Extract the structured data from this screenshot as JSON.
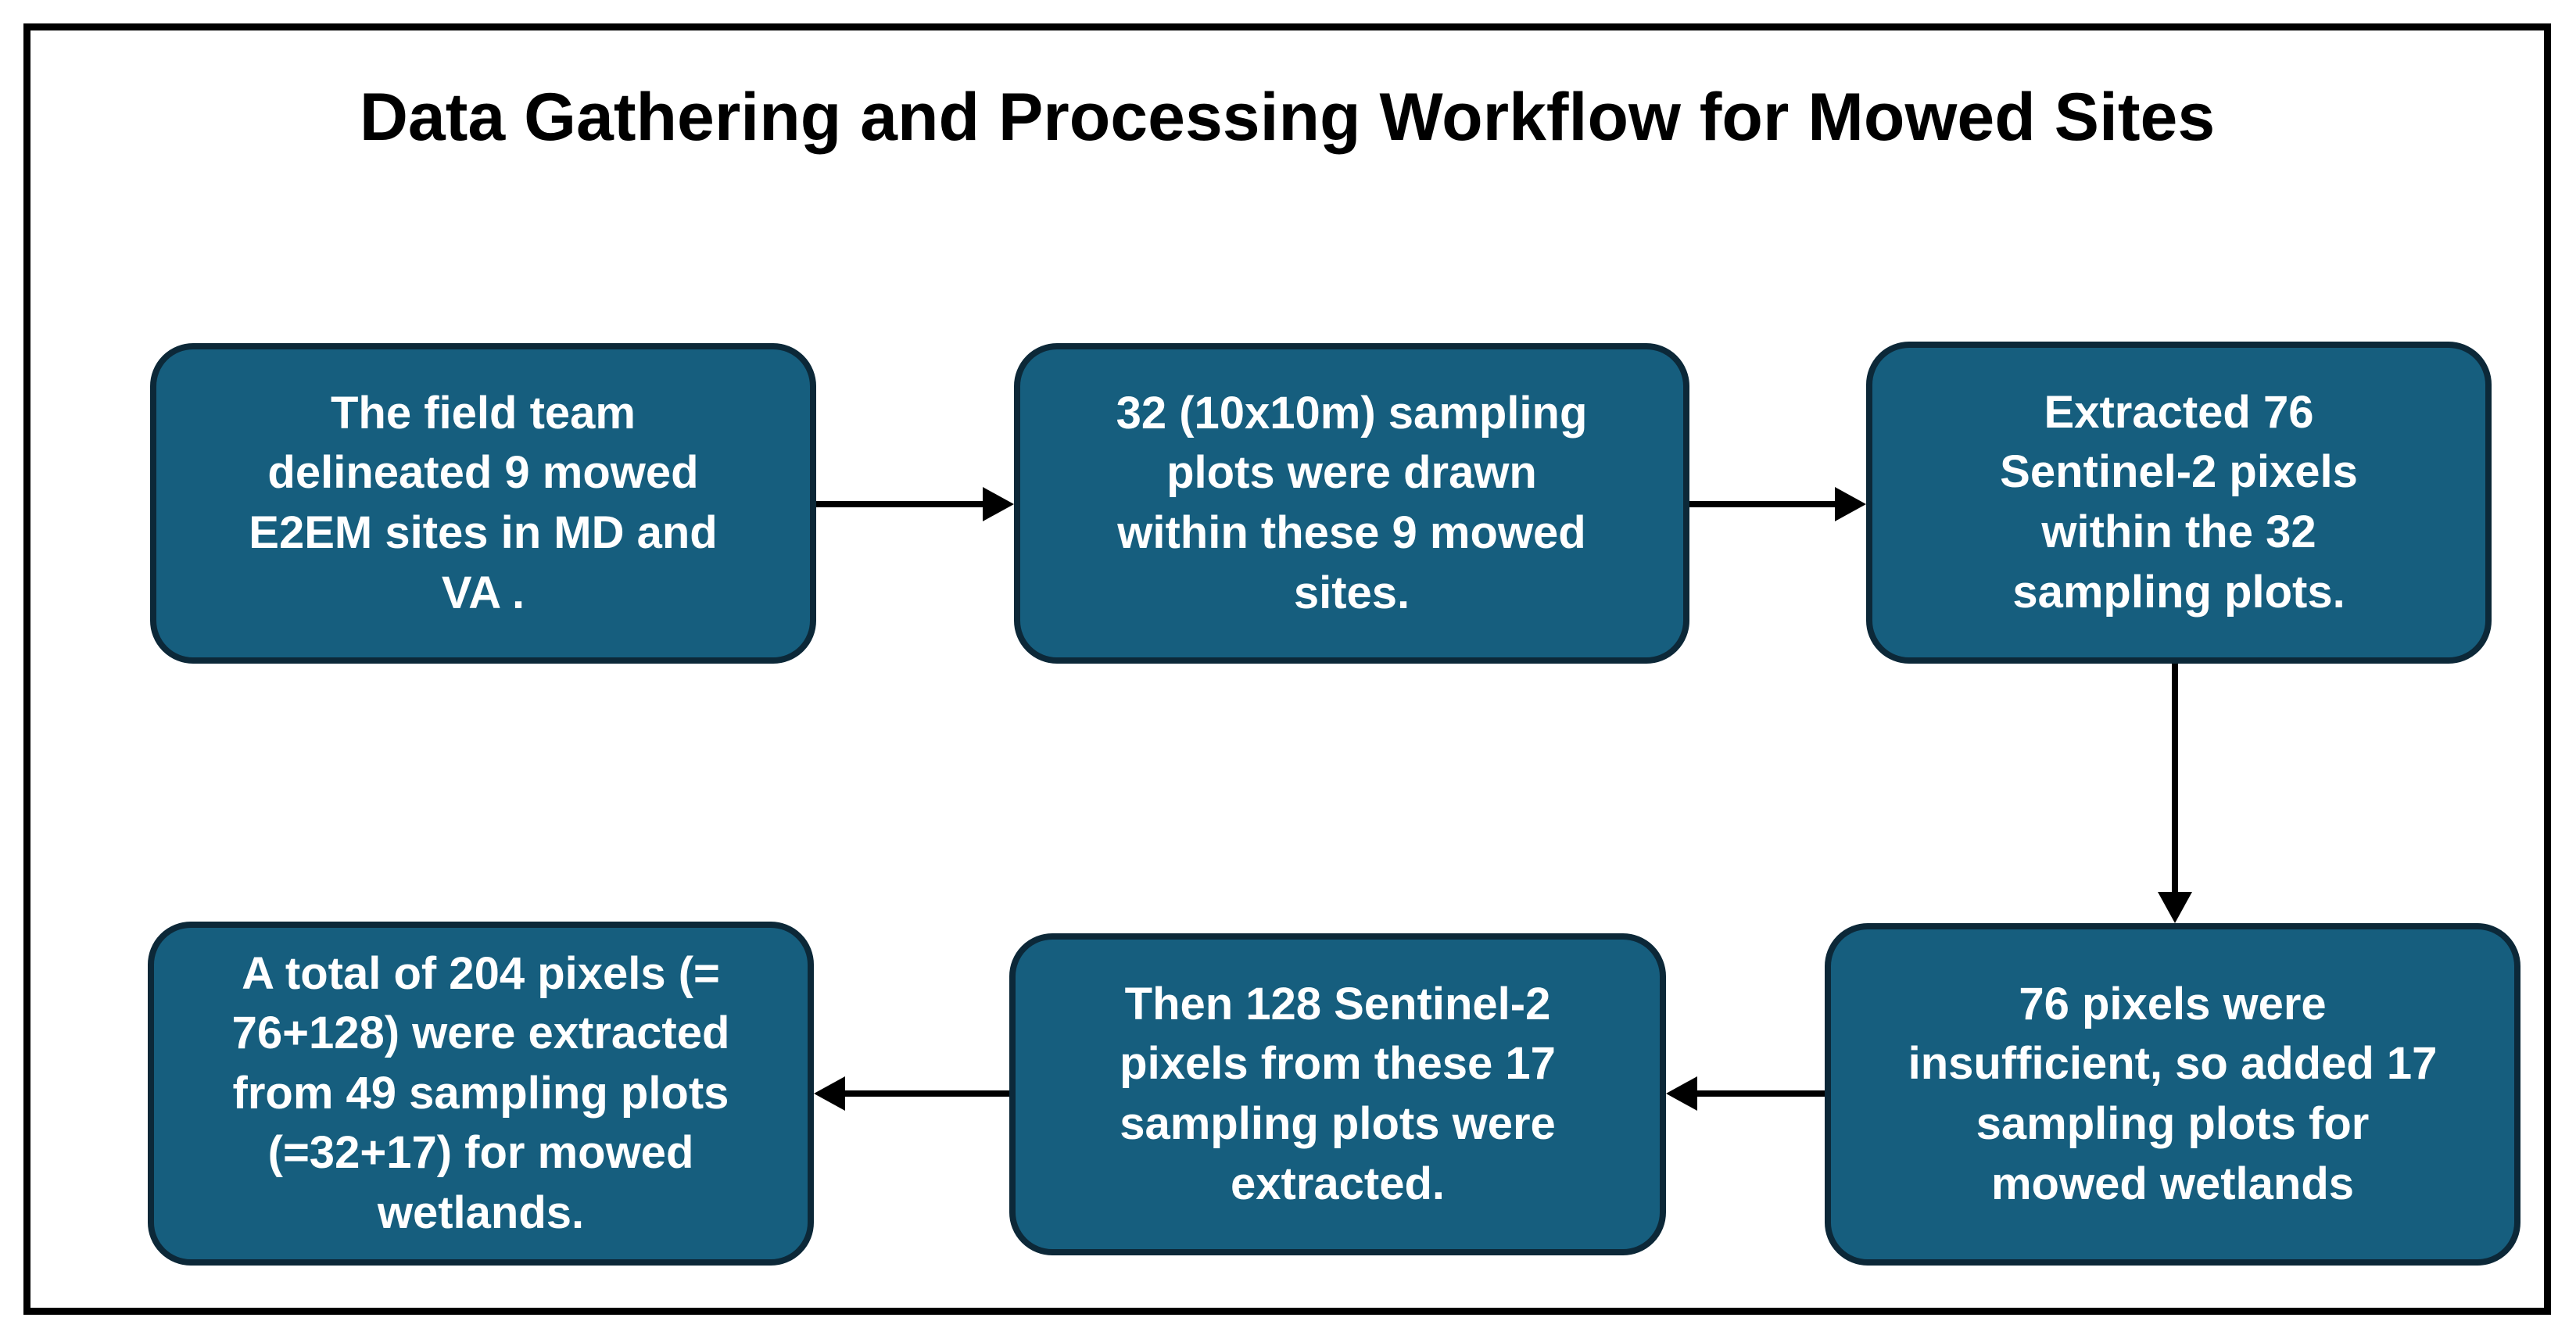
{
  "title": "Data Gathering and Processing Workflow for Mowed Sites",
  "colors": {
    "box_fill": "#165E7E",
    "box_border": "#0C2838",
    "arrow": "#000000",
    "text": "#FFFFFF",
    "frame": "#000000"
  },
  "nodes": [
    {
      "id": "step-1",
      "text": "The field team\ndelineated 9 mowed\nE2EM sites in MD and\nVA ."
    },
    {
      "id": "step-2",
      "text": "32 (10x10m) sampling\nplots were drawn\nwithin these 9 mowed\nsites."
    },
    {
      "id": "step-3",
      "text": "Extracted 76\nSentinel-2 pixels\nwithin the 32\nsampling plots."
    },
    {
      "id": "step-4",
      "text": "76 pixels were\ninsufficient, so added 17\nsampling plots for\nmowed wetlands"
    },
    {
      "id": "step-5",
      "text": "Then 128 Sentinel-2\npixels from these 17\nsampling plots were\nextracted."
    },
    {
      "id": "step-6",
      "text": "A total of 204 pixels (=\n76+128) were extracted\nfrom 49 sampling plots\n(=32+17) for mowed\nwetlands."
    }
  ],
  "connections": [
    {
      "from": "step-1",
      "to": "step-2",
      "direction": "right"
    },
    {
      "from": "step-2",
      "to": "step-3",
      "direction": "right"
    },
    {
      "from": "step-3",
      "to": "step-4",
      "direction": "down"
    },
    {
      "from": "step-4",
      "to": "step-5",
      "direction": "left"
    },
    {
      "from": "step-5",
      "to": "step-6",
      "direction": "left"
    }
  ]
}
